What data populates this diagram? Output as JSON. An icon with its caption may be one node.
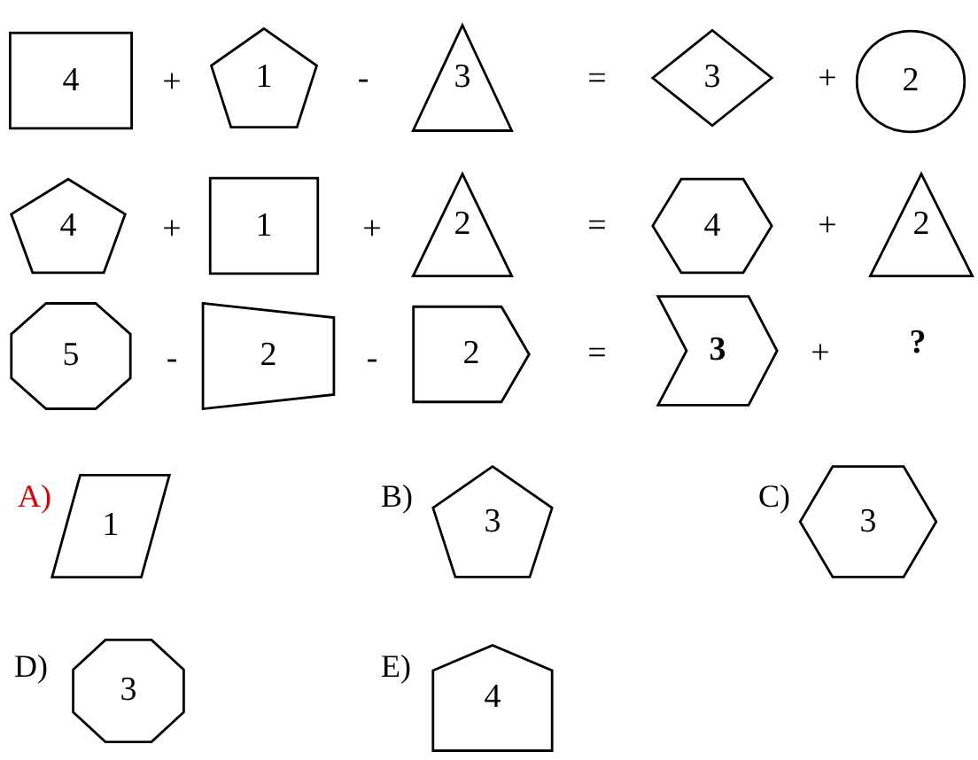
{
  "diagram": {
    "nodes": [
      {
        "text": [
          "4"
        ]
      },
      {
        "text": [
          "1"
        ]
      },
      {
        "text": [
          "3"
        ]
      },
      {
        "text": [
          "3"
        ]
      },
      {
        "text": [
          "2"
        ]
      },
      {
        "text": [
          "4"
        ]
      },
      {
        "text": [
          "1"
        ]
      },
      {
        "text": [
          "2"
        ]
      },
      {
        "text": [
          "4"
        ]
      },
      {
        "text": [
          "2"
        ]
      },
      {
        "text": [
          "5"
        ]
      },
      {
        "text": [
          "2"
        ]
      },
      {
        "text": [
          "2"
        ]
      },
      {
        "text": [
          "3"
        ]
      },
      {
        "text": [
          "1"
        ],
        "beside": [
          "A)"
        ]
      },
      {
        "text": [
          "3"
        ],
        "beside": [
          "B)"
        ]
      },
      {
        "text": [
          "3"
        ],
        "beside": [
          "C)"
        ]
      },
      {
        "text": [
          "3"
        ],
        "beside": [
          "D)"
        ]
      },
      {
        "text": [
          "4"
        ],
        "beside": [
          "E)"
        ]
      }
    ],
    "labels": [
      "+",
      "-",
      "=",
      "+",
      "+",
      "+",
      "=",
      "+",
      "-",
      "-",
      "=",
      "+",
      "?"
    ]
  }
}
